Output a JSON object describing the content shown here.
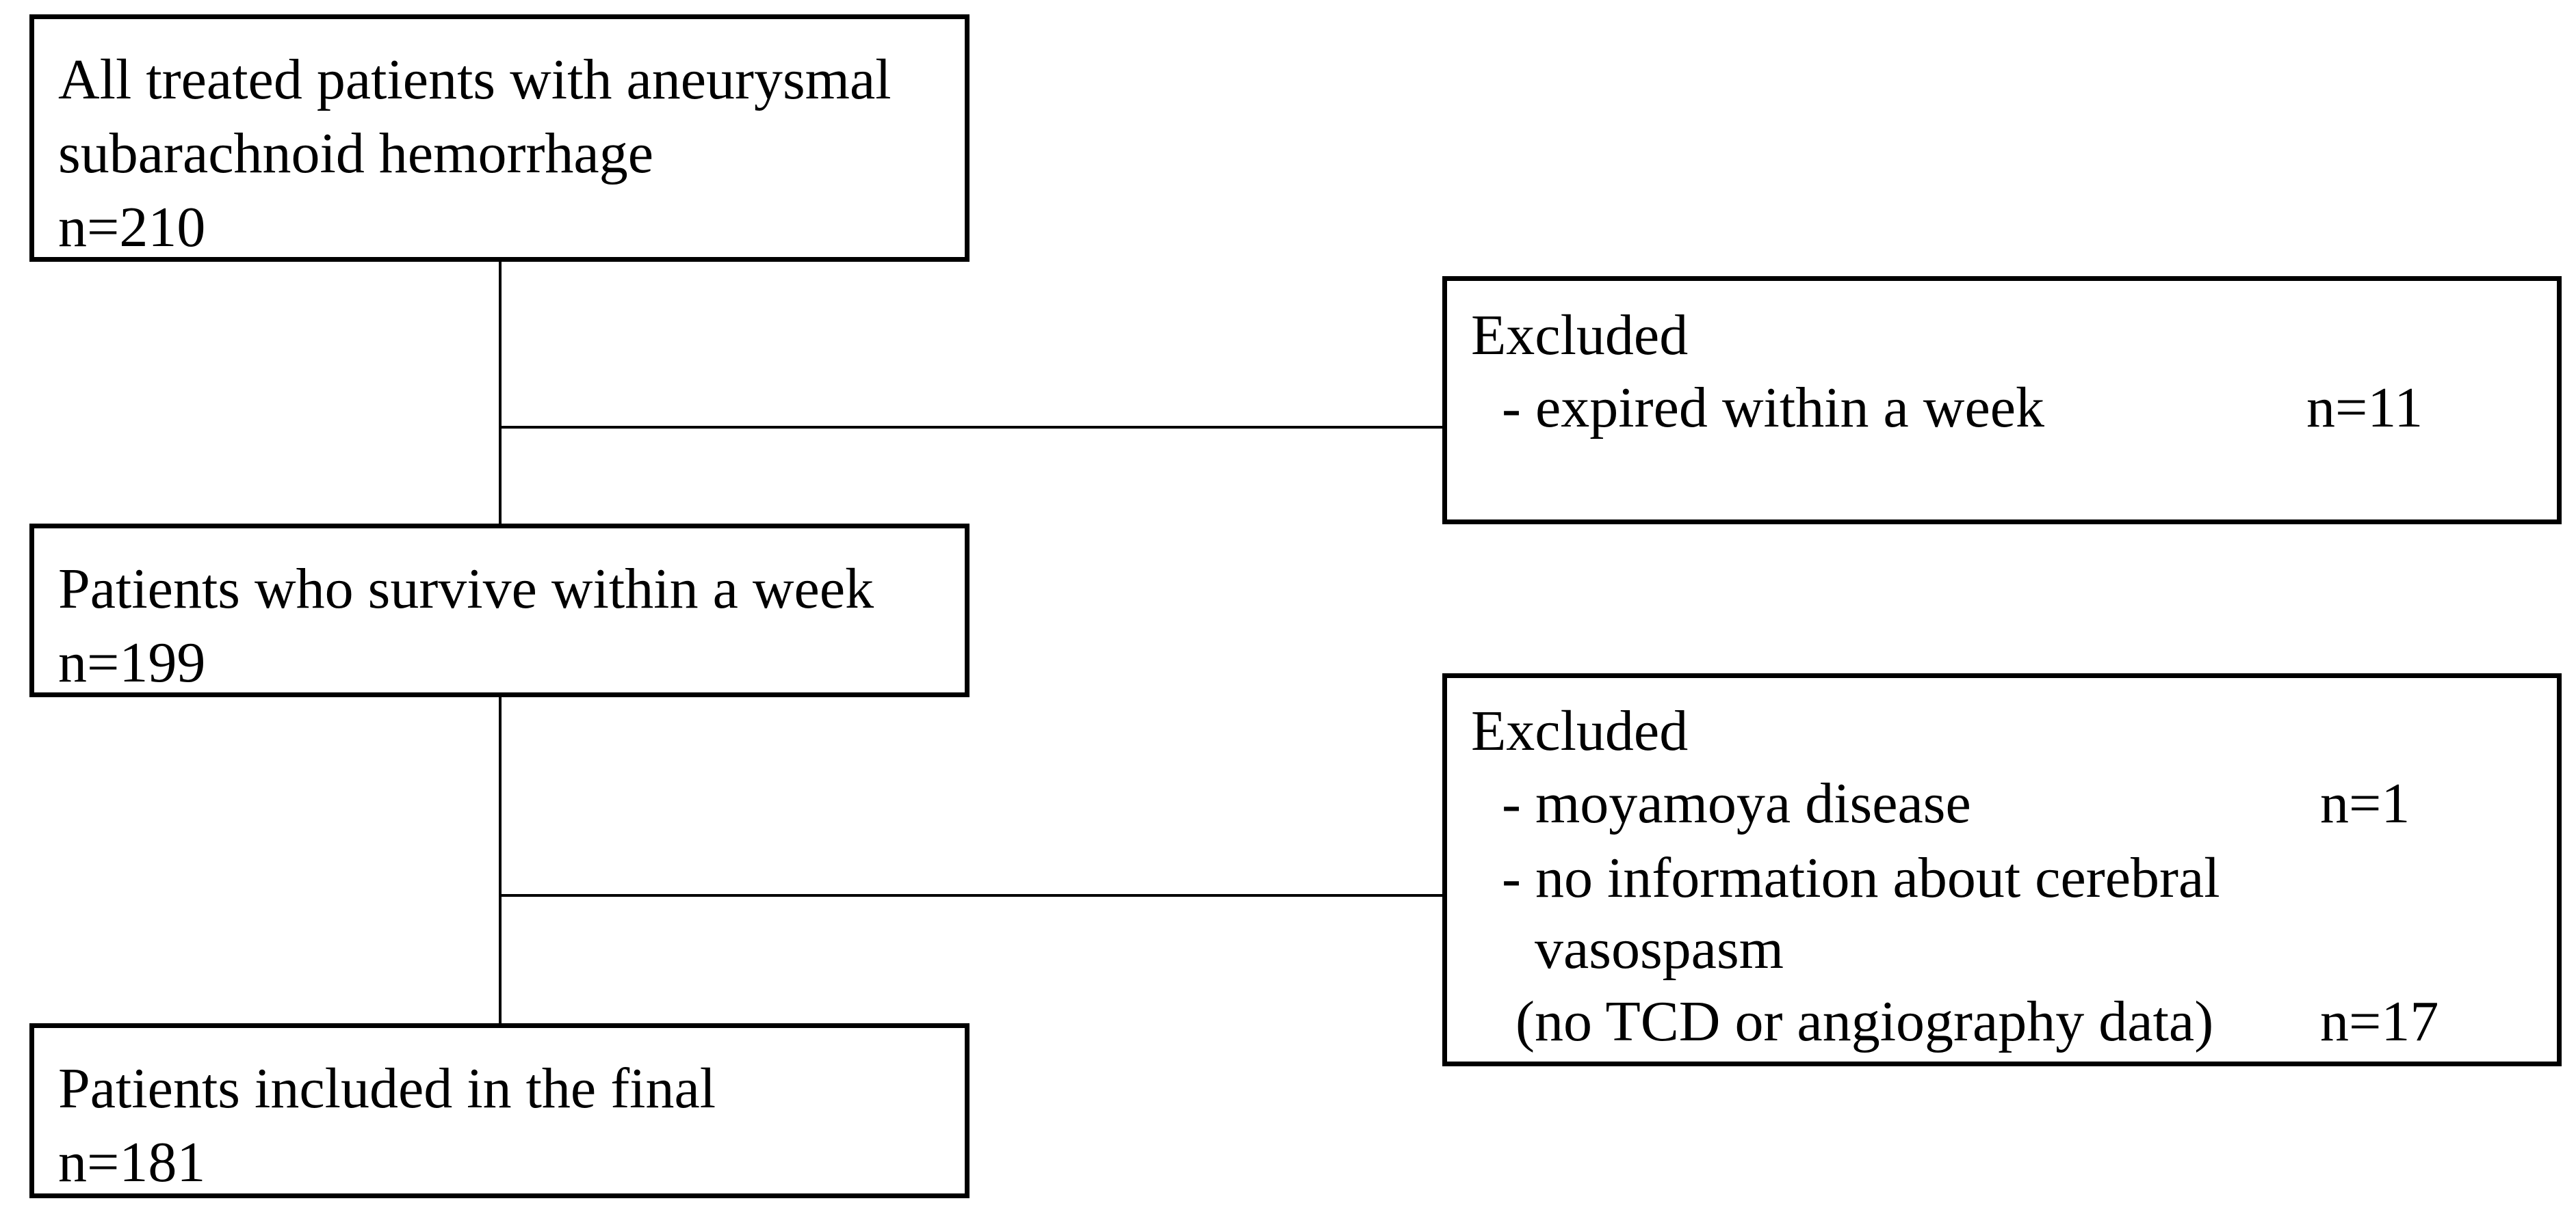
{
  "boxes": {
    "all_treated": {
      "line1": "All treated patients with aneurysmal",
      "line2": "subarachnoid hemorrhage",
      "count": "n=210"
    },
    "survived": {
      "line1": "Patients who survive within a week",
      "count": "n=199"
    },
    "final": {
      "line1": "Patients included in the final",
      "count": "n=181"
    }
  },
  "exclusions": [
    {
      "title": "Excluded",
      "reason1": "- expired within a week",
      "count1": "n=11"
    },
    {
      "title": "Excluded",
      "reason1": "- moyamoya disease",
      "count1": "n=1",
      "reason2_line1": "- no information about cerebral",
      "reason2_line2": "vasospasm",
      "reason2_line3": "(no TCD or angiography data)",
      "count2": "n=17"
    }
  ]
}
